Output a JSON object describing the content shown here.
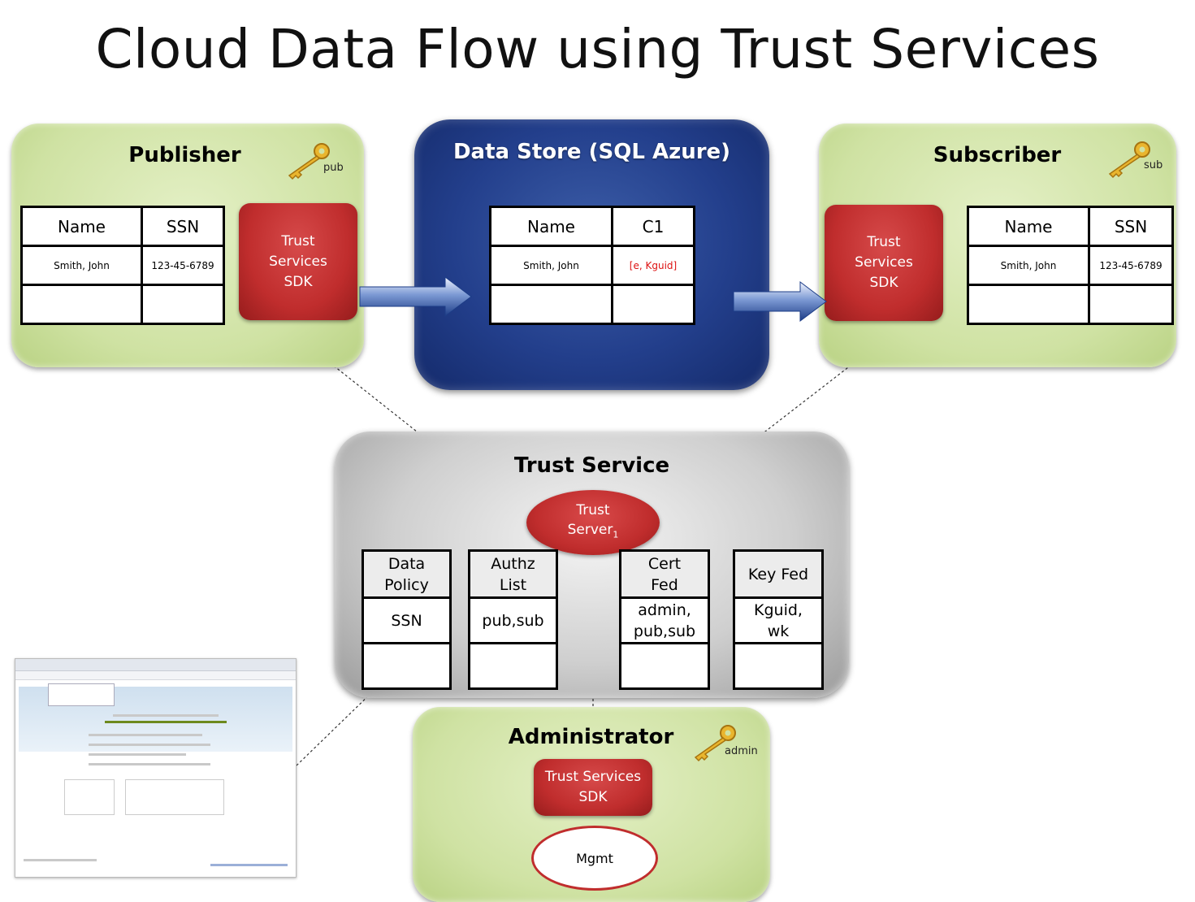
{
  "title": "Cloud Data Flow using Trust Services",
  "publisher": {
    "title": "Publisher",
    "key_label": "pub",
    "sdk_label": "Trust Services SDK",
    "table": {
      "headers": [
        "Name",
        "SSN"
      ],
      "rows": [
        [
          "Smith, John",
          "123-45-6789"
        ],
        [
          "",
          ""
        ]
      ]
    }
  },
  "datastore": {
    "title": "Data Store (SQL Azure)",
    "table": {
      "headers": [
        "Name",
        "C1"
      ],
      "rows": [
        [
          "Smith, John",
          "[e, Kguid]"
        ],
        [
          "",
          ""
        ]
      ]
    }
  },
  "subscriber": {
    "title": "Subscriber",
    "key_label": "sub",
    "sdk_label": "Trust Services SDK",
    "table": {
      "headers": [
        "Name",
        "SSN"
      ],
      "rows": [
        [
          "Smith, John",
          "123-45-6789"
        ],
        [
          "",
          ""
        ]
      ]
    }
  },
  "trust_service": {
    "title": "Trust Service",
    "server_label": "Trust Server",
    "server_sub": "1",
    "tables": [
      {
        "header": "Data Policy",
        "value": "SSN"
      },
      {
        "header": "Authz List",
        "value": "pub,sub"
      },
      {
        "header": "Cert Fed",
        "value": "admin, pub,sub"
      },
      {
        "header": "Key Fed",
        "value": "Kguid, wk"
      }
    ]
  },
  "administrator": {
    "title": "Administrator",
    "key_label": "admin",
    "sdk_label": "Trust Services SDK",
    "mgmt_label": "Mgmt"
  },
  "colors": {
    "green_panel": "#cfe2a3",
    "blue_panel": "#233f8c",
    "gray_panel": "#cfcfcf",
    "red_box": "#c02d2d"
  }
}
